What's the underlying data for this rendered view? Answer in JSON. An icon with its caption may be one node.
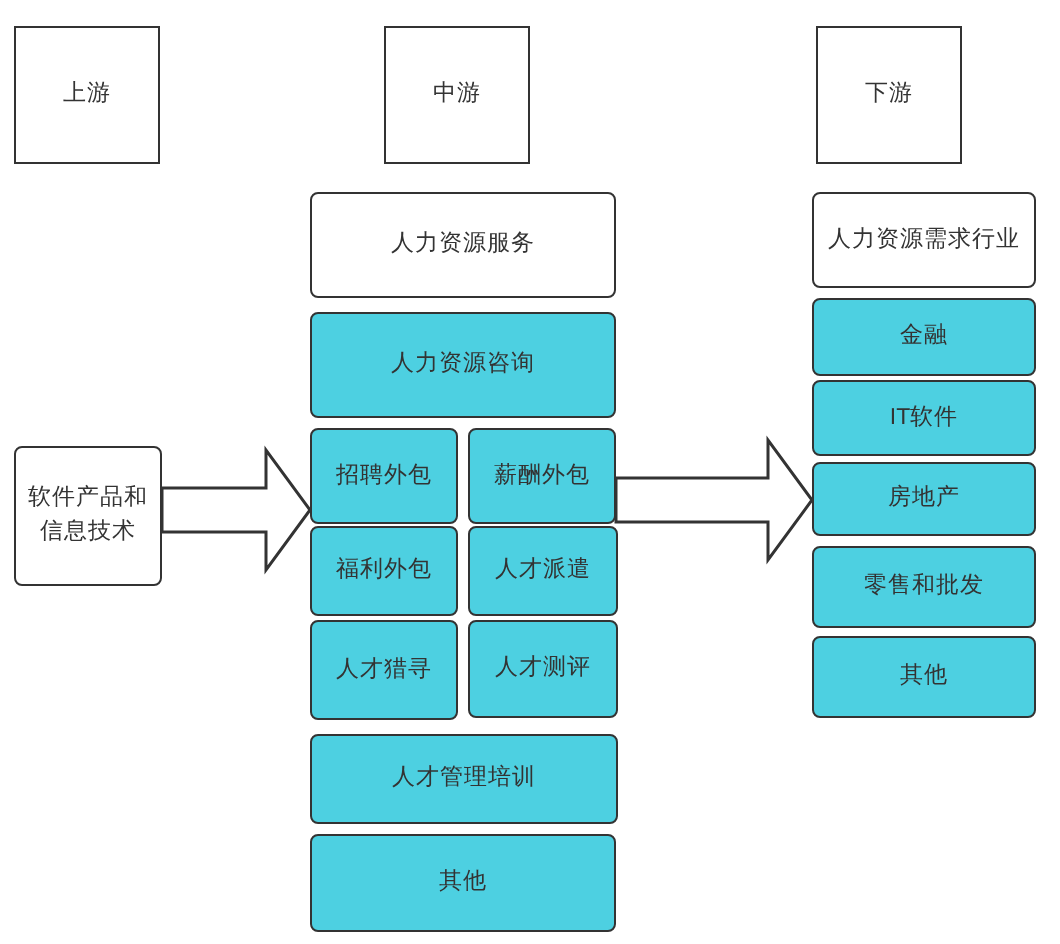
{
  "diagram": {
    "nodes": [
      {
        "text": [
          "上游"
        ]
      },
      {
        "text": [
          "软件产品和信息技术"
        ]
      },
      {
        "text": [
          "中游"
        ]
      },
      {
        "text": [
          "人力资源服务"
        ]
      },
      {
        "text": [
          "人力资源咨询"
        ]
      },
      {
        "text": [
          "招聘外包"
        ]
      },
      {
        "text": [
          "薪酬外包"
        ]
      },
      {
        "text": [
          "福利外包"
        ]
      },
      {
        "text": [
          "人才派遣"
        ]
      },
      {
        "text": [
          "人才猎寻"
        ]
      },
      {
        "text": [
          "人才测评"
        ]
      },
      {
        "text": [
          "人才管理培训"
        ]
      },
      {
        "text": [
          "其他"
        ]
      },
      {
        "text": [
          "下游"
        ]
      },
      {
        "text": [
          "人力资源需求行业"
        ]
      },
      {
        "text": [
          "金融"
        ]
      },
      {
        "text": [
          "IT软件"
        ]
      },
      {
        "text": [
          "房地产"
        ]
      },
      {
        "text": [
          "零售和批发"
        ]
      },
      {
        "text": [
          "其他"
        ]
      }
    ],
    "edges": [
      {
        "from": 1,
        "to": 5,
        "arrow": "to"
      },
      {
        "from": 6,
        "to": 17,
        "arrow": "to"
      }
    ]
  }
}
